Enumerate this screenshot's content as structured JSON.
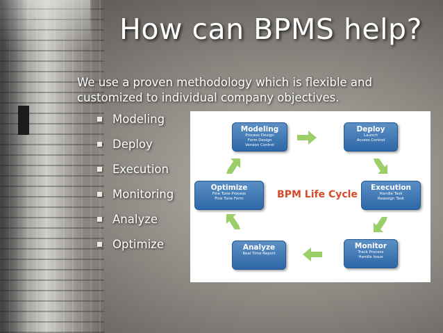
{
  "slide": {
    "title": "How can BPMS help?",
    "intro_line1": "We use a proven methodology which is flexible and",
    "intro_line2": "customized to individual company objectives.",
    "bullets": [
      "Modeling",
      "Deploy",
      "Execution",
      "Monitoring",
      "Analyze",
      "Optimize"
    ]
  },
  "diagram": {
    "center_label": "BPM Life Cycle",
    "stages": {
      "modeling": {
        "title": "Modeling",
        "sub1": "Process Design",
        "sub2": "Form Design",
        "sub3": "Version Control"
      },
      "deploy": {
        "title": "Deploy",
        "sub1": "Launch",
        "sub2": "Access Control"
      },
      "execution": {
        "title": "Execution",
        "sub1": "Handle Task",
        "sub2": "Reassign Task"
      },
      "monitor": {
        "title": "Monitor",
        "sub1": "Track Process",
        "sub2": "Handle Issue"
      },
      "analyze": {
        "title": "Analyze",
        "sub1": "Real Time Report"
      },
      "optimize": {
        "title": "Optimize",
        "sub1": "Fine Tune Process",
        "sub2": "Fine Tune Form"
      }
    },
    "colors": {
      "stage": "#2e68a8",
      "arrow": "#9ccf6a",
      "center_text": "#d44a2a"
    },
    "arrow_icon": "green-arrow-icon"
  },
  "background": {
    "image": "building-photo",
    "base_color": "#8d8882"
  }
}
